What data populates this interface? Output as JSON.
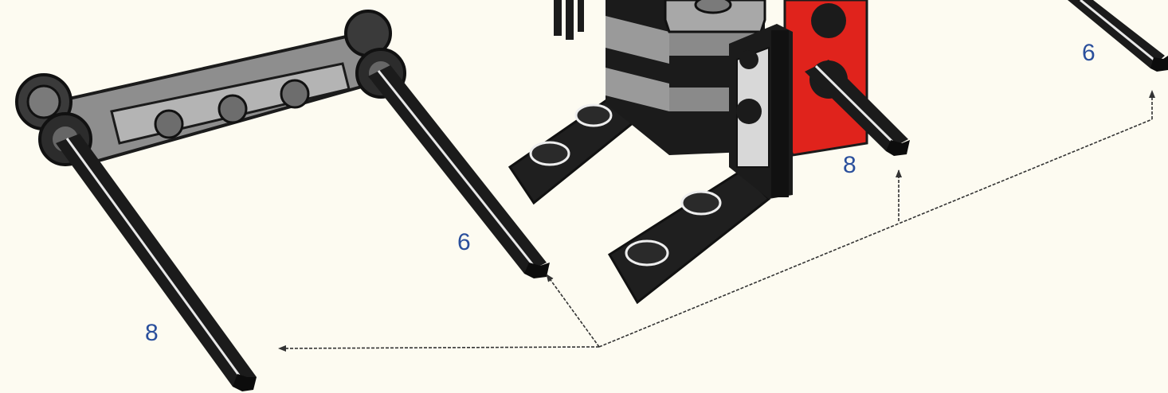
{
  "labels": {
    "axle_left_long": "8",
    "axle_left_short": "6",
    "axle_center": "8",
    "axle_right": "6"
  },
  "colors": {
    "background": "#fdfbf1",
    "label": "#2a4f9c",
    "brick_red": "#e0231c",
    "gray_part": "#9a9a9a",
    "black_part": "#1b1b1b"
  }
}
